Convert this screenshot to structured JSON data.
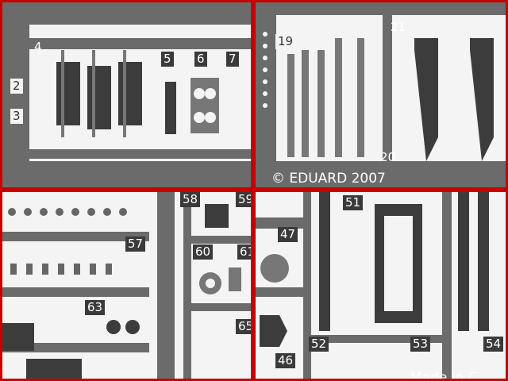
{
  "labels": {
    "p4": "4",
    "p2": "2",
    "p3": "3",
    "p5": "5",
    "p6": "6",
    "p7": "7",
    "p19": "19",
    "p21": "21",
    "p20": "20",
    "copyright": "© EDUARD 2007",
    "p58": "58",
    "p59": "59",
    "p57": "57",
    "p60": "60",
    "p61": "61",
    "p63": "63",
    "p65": "65",
    "p47": "47",
    "p51": "51",
    "p52": "52",
    "p53": "53",
    "p54": "54",
    "p46": "46",
    "bottom_text": "Made in C"
  },
  "colors": {
    "border": "#c80000",
    "metal": "#6b6b6b",
    "background": "#f4f4f4"
  }
}
